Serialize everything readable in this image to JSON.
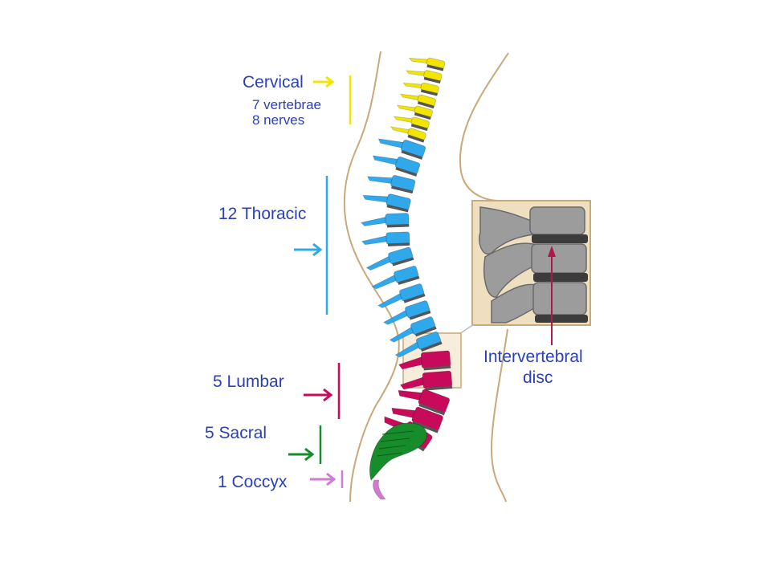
{
  "diagram": {
    "colors": {
      "cervical": "#f2e600",
      "thoracic": "#2fa8ec",
      "lumbar": "#c80a5a",
      "sacral": "#168c2a",
      "coccyx": "#d07ad0",
      "disc": "#555555",
      "label_text": "#2a3fb8",
      "body_outline": "#c9a87a",
      "inset_fill": "#efdfc1"
    },
    "labels": {
      "cervical": "Cervical",
      "cervical_vertebrae": "7 vertebrae",
      "cervical_nerves": "8 nerves",
      "thoracic": "12 Thoracic",
      "lumbar": "5 Lumbar",
      "sacral": "5 Sacral",
      "coccyx": "1 Coccyx",
      "disc_line1": "Intervertebral",
      "disc_line2": "disc"
    },
    "segment_counts": {
      "cervical": 7,
      "thoracic": 12,
      "lumbar": 5,
      "sacral": 5,
      "coccyx": 1
    }
  }
}
